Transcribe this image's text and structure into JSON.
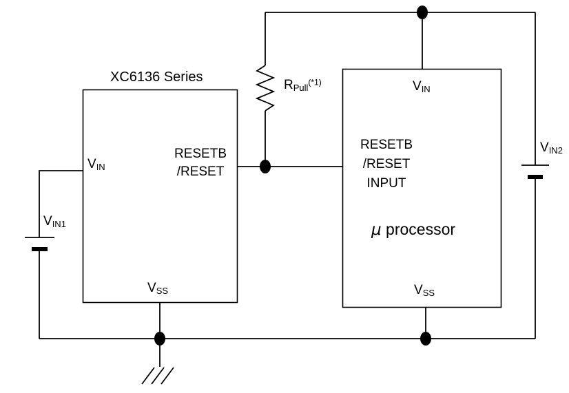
{
  "colors": {
    "ink": "#000000",
    "background": "#ffffff"
  },
  "diagram": {
    "title": "XC6136 Series",
    "ic": {
      "vin": {
        "base": "V",
        "sub": "IN"
      },
      "resetb": "RESETB\n/RESET",
      "vss": {
        "base": "V",
        "sub": "SS"
      }
    },
    "resistor": {
      "base": "R",
      "sub": "Pull",
      "sup": "(*1)"
    },
    "processor": {
      "vin": {
        "base": "V",
        "sub": "IN"
      },
      "reset_input": "RESETB\n/RESET\nINPUT",
      "name_mu": "μ",
      "name_rest": " processor",
      "vss": {
        "base": "V",
        "sub": "SS"
      }
    },
    "supplies": {
      "vin1": {
        "base": "V",
        "sub": "IN1"
      },
      "vin2": {
        "base": "V",
        "sub": "IN2"
      }
    }
  }
}
